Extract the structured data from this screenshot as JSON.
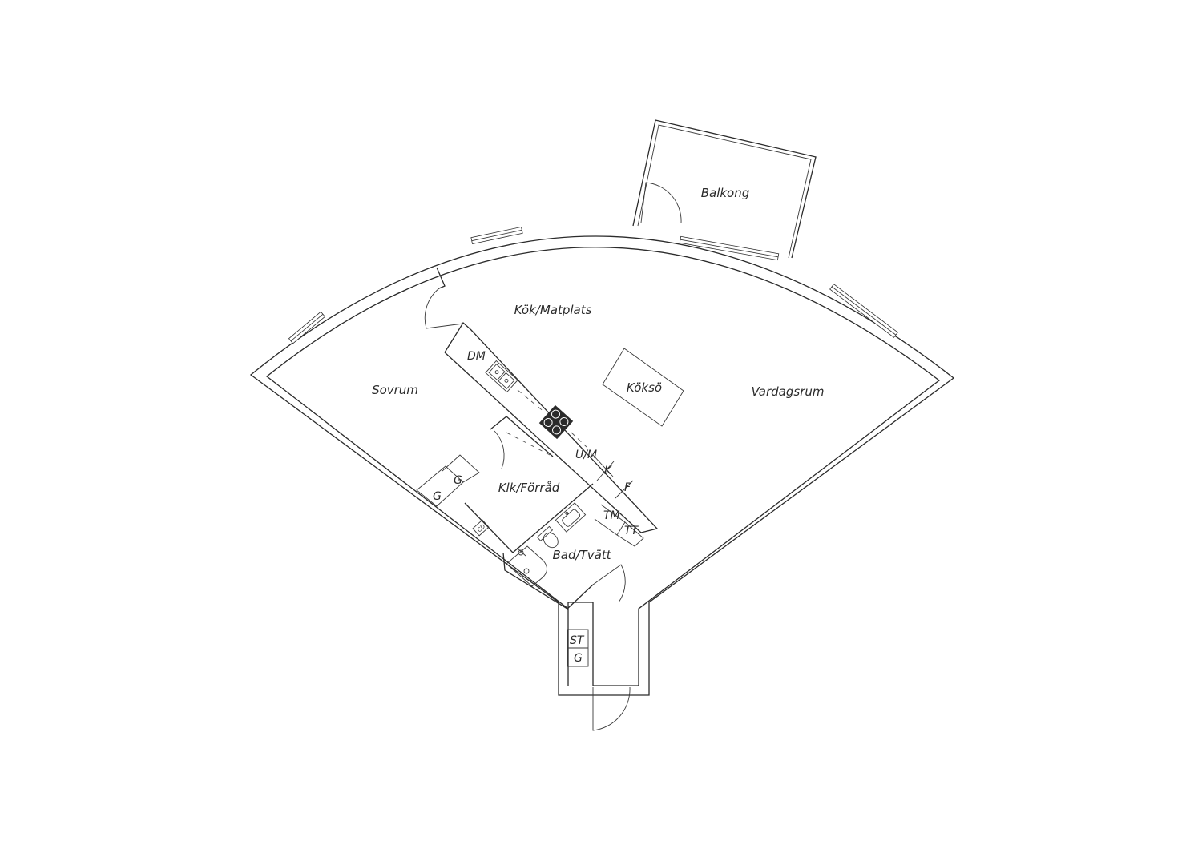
{
  "rooms": {
    "balkong": "Balkong",
    "kok_matplats": "Kök/Matplats",
    "sovrum": "Sovrum",
    "koks_o": "Köksö",
    "vardagsrum": "Vardagsrum",
    "klk_forrad": "Klk/Förråd",
    "bad_tvatt": "Bad/Tvätt"
  },
  "fixtures": {
    "dm": "DM",
    "um": "U/M",
    "k": "K",
    "f": "F",
    "tm": "TM",
    "tt": "TT",
    "g1": "G",
    "g2": "G",
    "g3": "G",
    "st": "ST",
    "cd": "CD"
  }
}
